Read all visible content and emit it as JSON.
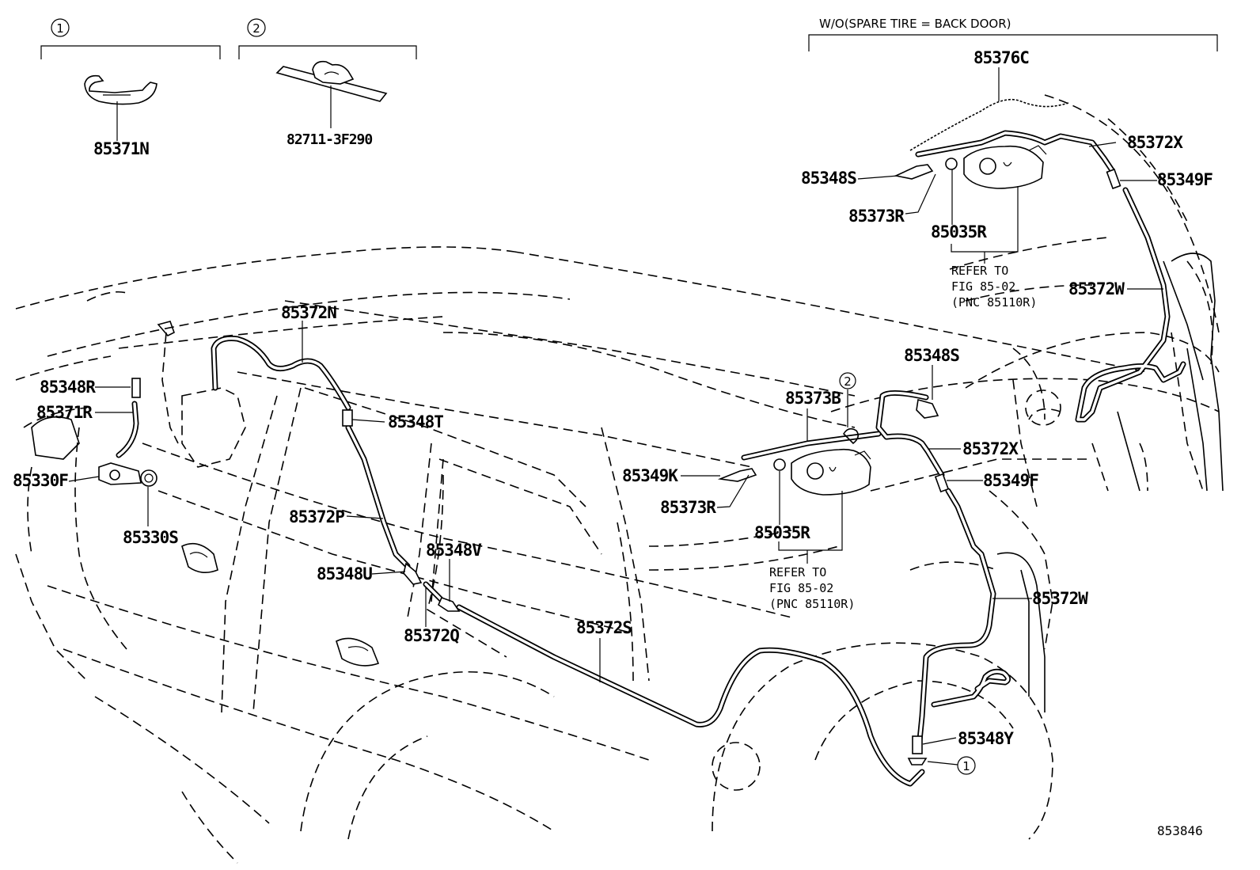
{
  "header": {
    "variant_note": "W/O(SPARE TIRE = BACK DOOR)"
  },
  "callouts": {
    "c1": "1",
    "c2": "2"
  },
  "insets": {
    "inset1_part": "85371N",
    "inset2_part": "82711-3F290"
  },
  "parts": {
    "p85376C": "85376C",
    "p85372X_top": "85372X",
    "p85348S_top": "85348S",
    "p85349F_top": "85349F",
    "p85373R_top": "85373R",
    "p85035R_top": "85035R",
    "p85372W_top": "85372W",
    "p85372N": "85372N",
    "p85348R": "85348R",
    "p85371R": "85371R",
    "p85330F": "85330F",
    "p85330S": "85330S",
    "p85348T": "85348T",
    "p85372P": "85372P",
    "p85348U": "85348U",
    "p85348V": "85348V",
    "p85372Q": "85372Q",
    "p85372S": "85372S",
    "p85348S_main": "85348S",
    "p85373B": "85373B",
    "p85372X_main": "85372X",
    "p85349K": "85349K",
    "p85349F_main": "85349F",
    "p85373R_main": "85373R",
    "p85035R_main": "85035R",
    "p85372W_main": "85372W",
    "p85348Y": "85348Y"
  },
  "refer_top": {
    "line1": "REFER TO",
    "line2": "FIG 85-02",
    "line3": "(PNC 85110R)"
  },
  "refer_main": {
    "line1": "REFER TO",
    "line2": "FIG 85-02",
    "line3": "(PNC 85110R)"
  },
  "figure_number": "853846"
}
